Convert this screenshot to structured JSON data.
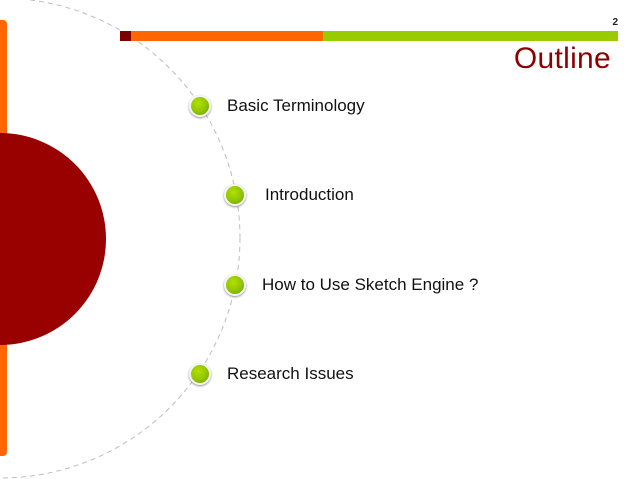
{
  "slide": {
    "page_number": "2",
    "title": "Outline",
    "colors": {
      "title": "#8b0000",
      "accent_orange": "#ff6600",
      "accent_green": "#99cc00",
      "accent_red": "#990000"
    },
    "items": [
      {
        "label": "Basic Terminology",
        "icon": "green-bullet-icon"
      },
      {
        "label": "Introduction",
        "icon": "green-bullet-icon"
      },
      {
        "label": "How to Use Sketch Engine ?",
        "icon": "green-bullet-icon"
      },
      {
        "label": "Research Issues",
        "icon": "green-bullet-icon"
      }
    ]
  }
}
